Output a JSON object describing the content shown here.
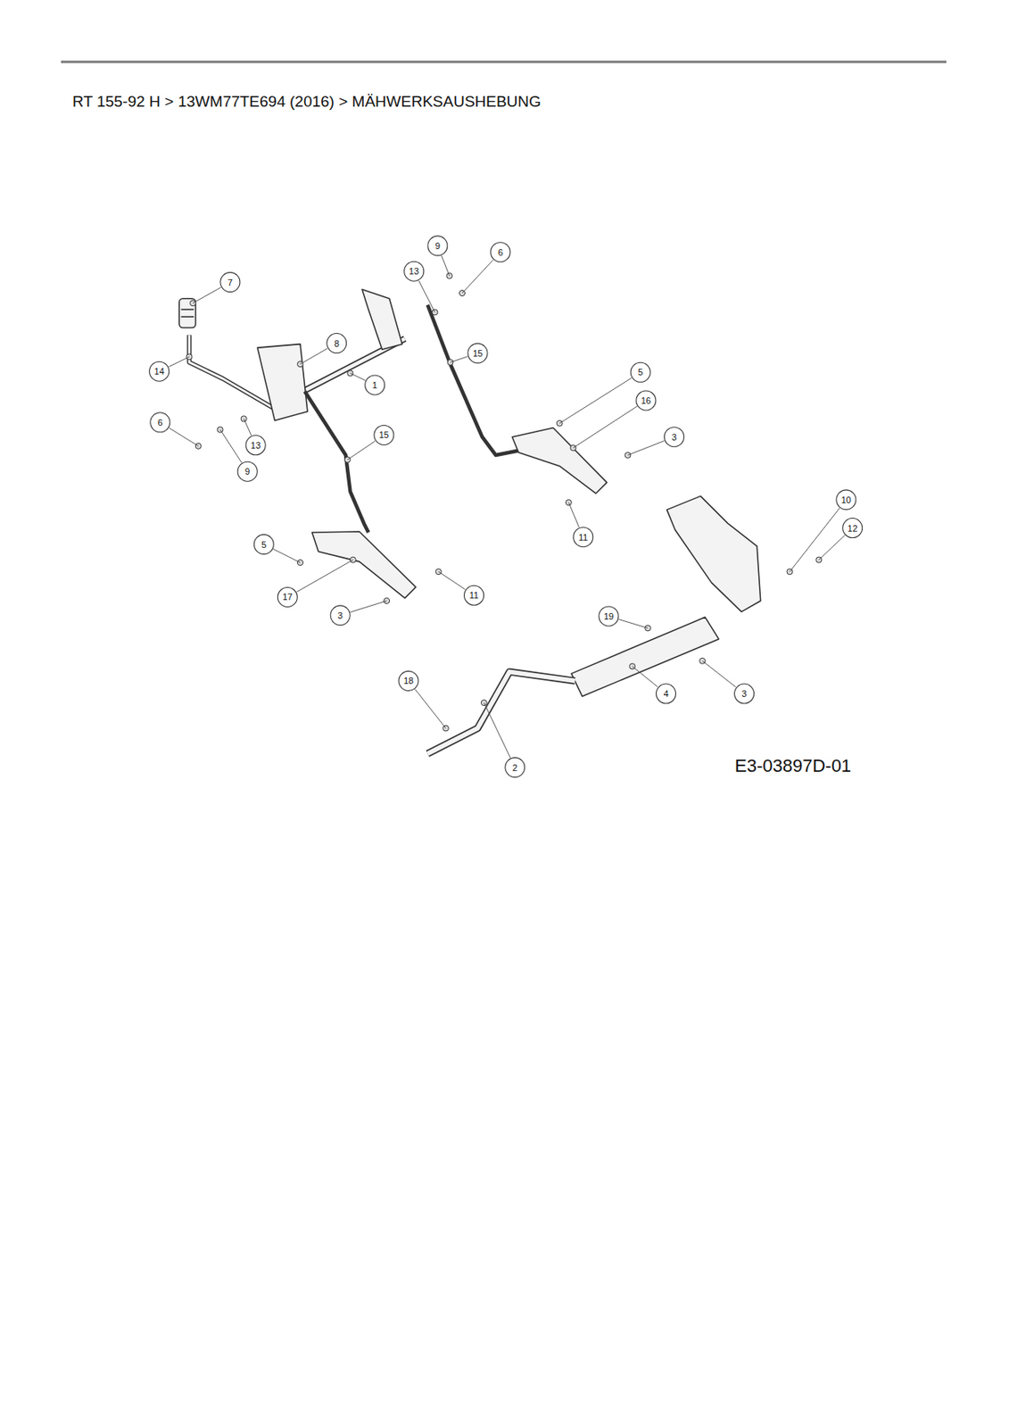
{
  "diagram": {
    "title": "RT 155-92 H  >  13WM77TE694 (2016)  >  MÄHWERKSAUSHEBUNG",
    "labels": [
      "7",
      "9",
      "6",
      "13",
      "8",
      "14",
      "1",
      "15",
      "5",
      "16",
      "3",
      "11",
      "6",
      "13",
      "9",
      "15",
      "5",
      "17",
      "11",
      "3",
      "10",
      "12",
      "19",
      "4",
      "3",
      "18",
      "2",
      "E3-03897D-01"
    ]
  }
}
